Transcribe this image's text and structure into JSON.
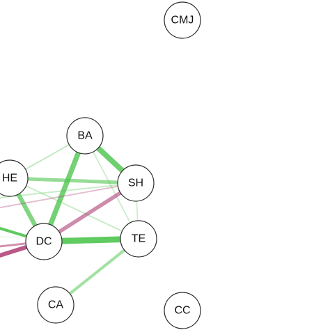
{
  "network": {
    "nodes": [
      {
        "id": "CMJ",
        "label": "CMJ"
      },
      {
        "id": "BA",
        "label": "BA"
      },
      {
        "id": "HE",
        "label": "HE"
      },
      {
        "id": "SH",
        "label": "SH"
      },
      {
        "id": "DC",
        "label": "DC"
      },
      {
        "id": "TE",
        "label": "TE"
      },
      {
        "id": "CA",
        "label": "CA"
      },
      {
        "id": "CC",
        "label": "CC"
      }
    ],
    "edges": [
      {
        "source": "BA",
        "target": "SH",
        "sign": "positive",
        "strength": 0.75
      },
      {
        "source": "BA",
        "target": "DC",
        "sign": "positive",
        "strength": 0.7
      },
      {
        "source": "BA",
        "target": "HE",
        "sign": "positive",
        "strength": 0.12
      },
      {
        "source": "BA",
        "target": "TE",
        "sign": "positive",
        "strength": 0.08
      },
      {
        "source": "HE",
        "target": "SH",
        "sign": "positive",
        "strength": 0.45
      },
      {
        "source": "HE",
        "target": "DC",
        "sign": "positive",
        "strength": 0.6
      },
      {
        "source": "HE",
        "target": "TE",
        "sign": "positive",
        "strength": 0.1
      },
      {
        "source": "SH",
        "target": "DC",
        "sign": "negative",
        "strength": 0.5
      },
      {
        "source": "DC",
        "target": "TE",
        "sign": "positive",
        "strength": 0.85
      },
      {
        "source": "TE",
        "target": "CA",
        "sign": "positive",
        "strength": 0.35
      },
      {
        "source": "SH",
        "target": "TE",
        "sign": "positive",
        "strength": 0.07
      }
    ],
    "colors": {
      "positive": "#4cc44c",
      "negative": "#b0477a",
      "node_fill": "#ffffff",
      "node_stroke": "#2b2b2b"
    }
  }
}
